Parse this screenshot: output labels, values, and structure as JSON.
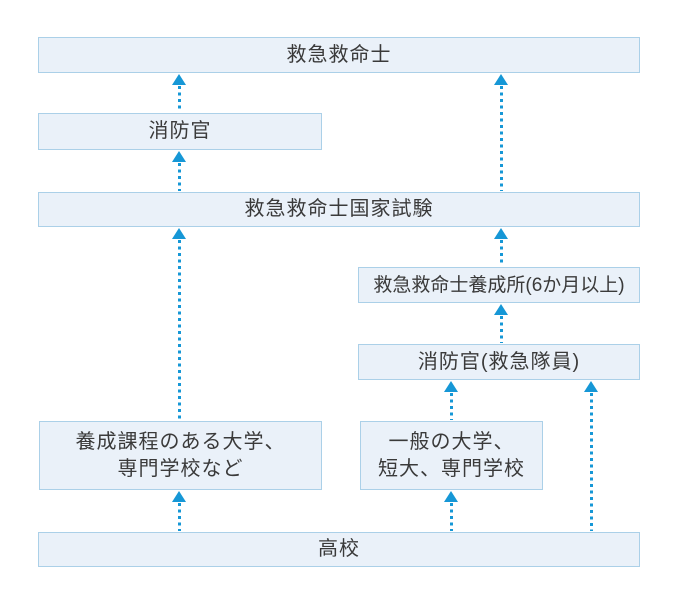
{
  "nodes": {
    "paramedic": {
      "label": "救急救命士"
    },
    "firefighter": {
      "label": "消防官"
    },
    "exam": {
      "label": "救急救命士国家試験"
    },
    "institute": {
      "label": "救急救命士養成所(6か月以上)"
    },
    "ambulance": {
      "label": "消防官(救急隊員)"
    },
    "university": {
      "label": "養成課程のある大学、\n専門学校など"
    },
    "general": {
      "label": "一般の大学、\n短大、専門学校"
    },
    "highschool": {
      "label": "高校"
    }
  },
  "colors": {
    "arrow_blue": "#1697d6",
    "box_fill": "#eaf1f9",
    "box_border": "#abd0e8",
    "text": "#3a3a3a"
  }
}
